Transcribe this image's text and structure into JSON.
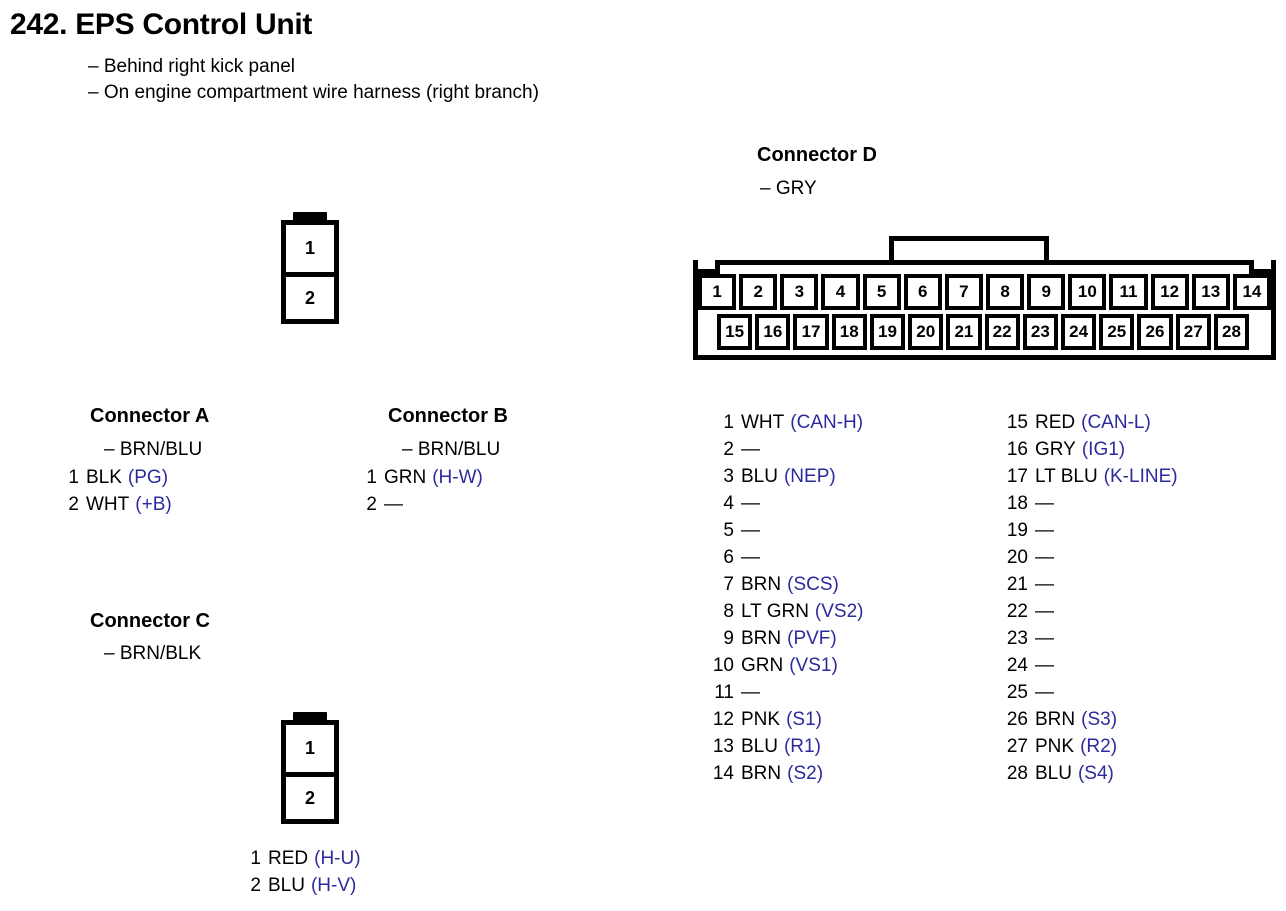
{
  "document": {
    "number": "242.",
    "title": "242. EPS Control Unit",
    "notes": [
      "– Behind right kick panel",
      "– On engine compartment wire harness (right branch)"
    ]
  },
  "colors": {
    "circuit_label": "#2b2b9e",
    "text": "#000000",
    "background": "#ffffff"
  },
  "connectors": {
    "a": {
      "heading": "Connector A",
      "color_note": "– BRN/BLU",
      "pins": [
        {
          "num": "1",
          "wire": "BLK",
          "circuit": "(PG)"
        },
        {
          "num": "2",
          "wire": "WHT",
          "circuit": "(+B)"
        }
      ]
    },
    "b": {
      "heading": "Connector B",
      "color_note": "– BRN/BLU",
      "pins": [
        {
          "num": "1",
          "wire": "GRN",
          "circuit": "(H-W)"
        },
        {
          "num": "2",
          "wire": "—",
          "circuit": ""
        }
      ]
    },
    "c": {
      "heading": "Connector C",
      "color_note": "– BRN/BLK",
      "pins": [
        {
          "num": "1",
          "wire": "RED",
          "circuit": "(H-U)"
        },
        {
          "num": "2",
          "wire": "BLU",
          "circuit": "(H-V)"
        }
      ]
    },
    "d": {
      "heading": "Connector D",
      "color_note": "– GRY",
      "diagram_top_row": [
        "1",
        "2",
        "3",
        "4",
        "5",
        "6",
        "7",
        "8",
        "9",
        "10",
        "11",
        "12",
        "13",
        "14"
      ],
      "diagram_bottom_row": [
        "15",
        "16",
        "17",
        "18",
        "19",
        "20",
        "21",
        "22",
        "23",
        "24",
        "25",
        "26",
        "27",
        "28"
      ],
      "pins_left": [
        {
          "num": "1",
          "wire": "WHT",
          "circuit": "(CAN-H)"
        },
        {
          "num": "2",
          "wire": "—",
          "circuit": ""
        },
        {
          "num": "3",
          "wire": "BLU",
          "circuit": "(NEP)"
        },
        {
          "num": "4",
          "wire": "—",
          "circuit": ""
        },
        {
          "num": "5",
          "wire": "—",
          "circuit": ""
        },
        {
          "num": "6",
          "wire": "—",
          "circuit": ""
        },
        {
          "num": "7",
          "wire": "BRN",
          "circuit": "(SCS)"
        },
        {
          "num": "8",
          "wire": "LT GRN",
          "circuit": "(VS2)"
        },
        {
          "num": "9",
          "wire": "BRN",
          "circuit": "(PVF)"
        },
        {
          "num": "10",
          "wire": "GRN",
          "circuit": "(VS1)"
        },
        {
          "num": "11",
          "wire": "—",
          "circuit": ""
        },
        {
          "num": "12",
          "wire": "PNK",
          "circuit": "(S1)"
        },
        {
          "num": "13",
          "wire": "BLU",
          "circuit": "(R1)"
        },
        {
          "num": "14",
          "wire": "BRN",
          "circuit": "(S2)"
        }
      ],
      "pins_right": [
        {
          "num": "15",
          "wire": "RED",
          "circuit": "(CAN-L)"
        },
        {
          "num": "16",
          "wire": "GRY",
          "circuit": "(IG1)"
        },
        {
          "num": "17",
          "wire": "LT BLU",
          "circuit": "(K-LINE)"
        },
        {
          "num": "18",
          "wire": "—",
          "circuit": ""
        },
        {
          "num": "19",
          "wire": "—",
          "circuit": ""
        },
        {
          "num": "20",
          "wire": "—",
          "circuit": ""
        },
        {
          "num": "21",
          "wire": "—",
          "circuit": ""
        },
        {
          "num": "22",
          "wire": "—",
          "circuit": ""
        },
        {
          "num": "23",
          "wire": "—",
          "circuit": ""
        },
        {
          "num": "24",
          "wire": "—",
          "circuit": ""
        },
        {
          "num": "25",
          "wire": "—",
          "circuit": ""
        },
        {
          "num": "26",
          "wire": "BRN",
          "circuit": "(S3)"
        },
        {
          "num": "27",
          "wire": "PNK",
          "circuit": "(R2)"
        },
        {
          "num": "28",
          "wire": "BLU",
          "circuit": "(S4)"
        }
      ]
    }
  },
  "diagrams": {
    "two_pin_top": {
      "cells": [
        "1",
        "2"
      ]
    },
    "two_pin_bottom": {
      "cells": [
        "1",
        "2"
      ]
    }
  }
}
